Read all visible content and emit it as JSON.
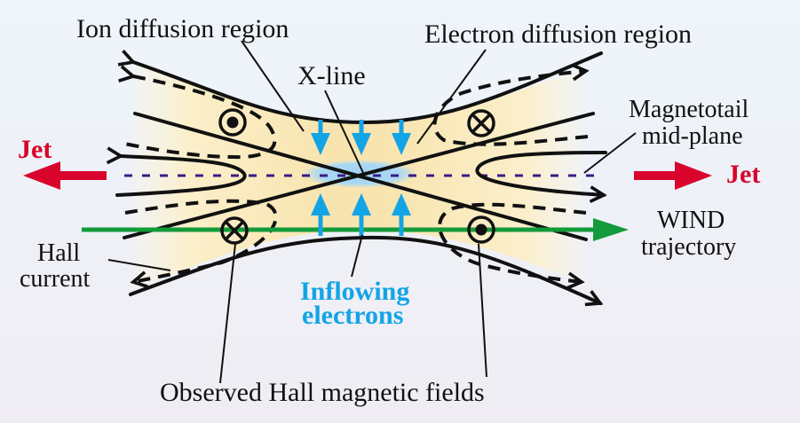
{
  "diagram": {
    "labels": {
      "ion_diffusion_region": "Ion diffusion region",
      "electron_diffusion_region": "Electron diffusion region",
      "x_line": "X-line",
      "magnetotail_line1": "Magnetotail",
      "magnetotail_line2": "mid-plane",
      "jet_left": "Jet",
      "jet_right": "Jet",
      "wind_line1": "WIND",
      "wind_line2": "trajectory",
      "hall_line1": "Hall",
      "hall_line2": "current",
      "inflowing_line1": "Inflowing",
      "inflowing_line2": "electrons",
      "observed_hall_fields": "Observed Hall magnetic fields"
    },
    "symbols": {
      "upper_left": "out-of-page (dot)",
      "upper_right": "into-page (cross)",
      "lower_left": "into-page (cross)",
      "lower_right": "out-of-page (dot)"
    },
    "colors": {
      "jet": "#d9042b",
      "inflow": "#13a4e6",
      "wind_trajectory": "#139a3a",
      "mid_plane": "#3c1a86",
      "diffusion_region": "#f8e6b4",
      "electron_region": "#a9d8f4"
    }
  }
}
